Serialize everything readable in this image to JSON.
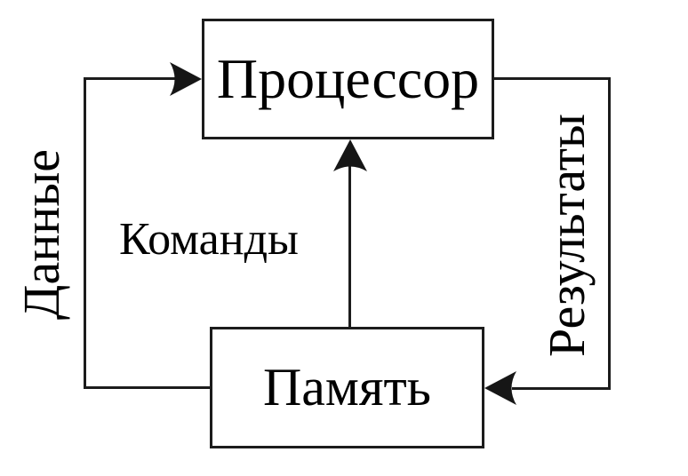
{
  "diagram": {
    "background_color": "#ffffff",
    "line_color": "#1c1c1c",
    "text_color": "#000000",
    "nodes": [
      {
        "id": "processor",
        "label": "Процессор"
      },
      {
        "id": "memory",
        "label": "Память"
      }
    ],
    "edges": [
      {
        "id": "data",
        "label": "Данные",
        "from": "memory",
        "to": "processor",
        "arrow_at": "processor-left-edge"
      },
      {
        "id": "commands",
        "label": "Команды",
        "from": "memory",
        "to": "processor",
        "arrow_at": "processor-bottom-edge"
      },
      {
        "id": "results",
        "label": "Результаты",
        "from": "processor",
        "to": "memory",
        "arrow_at": "memory-right-edge"
      }
    ]
  }
}
